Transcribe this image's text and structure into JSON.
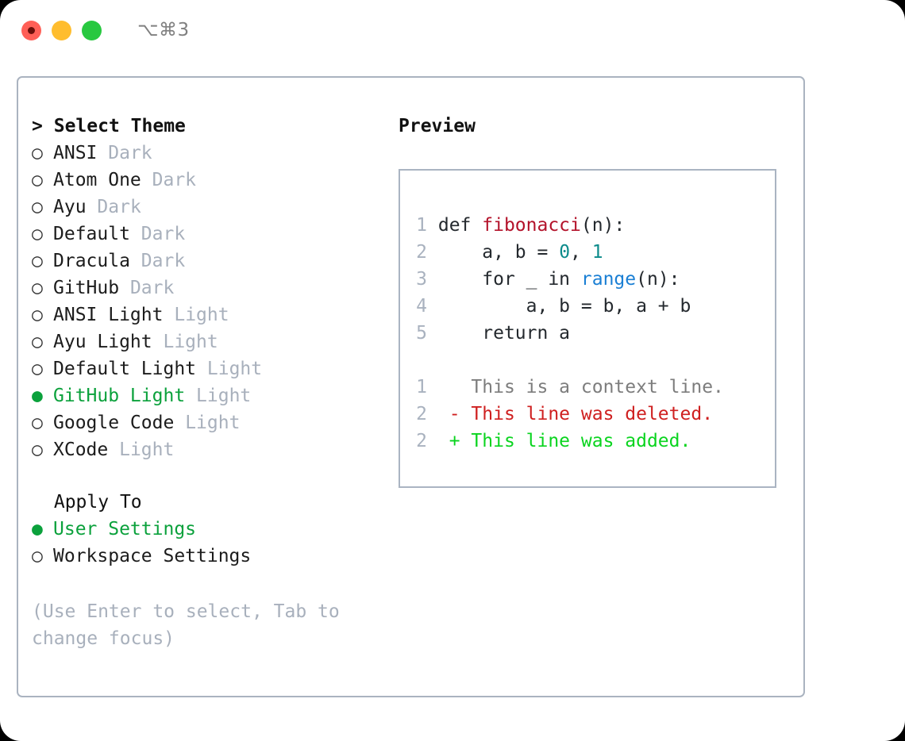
{
  "titlebar": {
    "shortcut": "⌥⌘3",
    "buttons": [
      {
        "name": "close",
        "color": "#ff5f57"
      },
      {
        "name": "minimize",
        "color": "#ffbd2e"
      },
      {
        "name": "maximize",
        "color": "#28c840"
      }
    ]
  },
  "theme_picker": {
    "heading": "Select Theme",
    "heading_marker": ">",
    "items": [
      {
        "marker": "○",
        "label": "ANSI",
        "variant": "Dark",
        "selected": false
      },
      {
        "marker": "○",
        "label": "Atom One",
        "variant": "Dark",
        "selected": false
      },
      {
        "marker": "○",
        "label": "Ayu",
        "variant": "Dark",
        "selected": false
      },
      {
        "marker": "○",
        "label": "Default",
        "variant": "Dark",
        "selected": false
      },
      {
        "marker": "○",
        "label": "Dracula",
        "variant": "Dark",
        "selected": false
      },
      {
        "marker": "○",
        "label": "GitHub",
        "variant": "Dark",
        "selected": false
      },
      {
        "marker": "○",
        "label": "ANSI Light",
        "variant": "Light",
        "selected": false
      },
      {
        "marker": "○",
        "label": "Ayu Light",
        "variant": "Light",
        "selected": false
      },
      {
        "marker": "○",
        "label": "Default Light",
        "variant": "Light",
        "selected": false
      },
      {
        "marker": "●",
        "label": "GitHub Light",
        "variant": "Light",
        "selected": true
      },
      {
        "marker": "○",
        "label": "Google Code",
        "variant": "Light",
        "selected": false
      },
      {
        "marker": "○",
        "label": "XCode",
        "variant": "Light",
        "selected": false
      }
    ]
  },
  "apply_to": {
    "heading": "Apply To",
    "items": [
      {
        "marker": "●",
        "label": "User Settings",
        "selected": true
      },
      {
        "marker": "○",
        "label": "Workspace Settings",
        "selected": false
      }
    ]
  },
  "hint": "(Use Enter to select, Tab to change focus)",
  "preview": {
    "title": "Preview",
    "code_lines": [
      {
        "no": "1",
        "parts": [
          {
            "t": "def ",
            "c": "plain"
          },
          {
            "t": "fibonacci",
            "c": "fn"
          },
          {
            "t": "(n):",
            "c": "plain"
          }
        ]
      },
      {
        "no": "2",
        "parts": [
          {
            "t": "    a, b = ",
            "c": "plain"
          },
          {
            "t": "0",
            "c": "num"
          },
          {
            "t": ", ",
            "c": "plain"
          },
          {
            "t": "1",
            "c": "num"
          }
        ]
      },
      {
        "no": "3",
        "parts": [
          {
            "t": "    for _ in ",
            "c": "plain"
          },
          {
            "t": "range",
            "c": "call"
          },
          {
            "t": "(n):",
            "c": "plain"
          }
        ]
      },
      {
        "no": "4",
        "parts": [
          {
            "t": "        a, b = b, a + b",
            "c": "plain"
          }
        ]
      },
      {
        "no": "5",
        "parts": [
          {
            "t": "    return a",
            "c": "plain"
          }
        ]
      }
    ],
    "diff_lines": [
      {
        "no": "1",
        "marker": " ",
        "text": " This is a context line.",
        "kind": "ctx"
      },
      {
        "no": "2",
        "marker": "-",
        "text": " This line was deleted.",
        "kind": "del"
      },
      {
        "no": "2",
        "marker": "+",
        "text": " This line was added.",
        "kind": "add"
      }
    ]
  },
  "colors": {
    "accent_green": "#0ba13c",
    "muted": "#a8b0bc",
    "border": "#aab3c0",
    "fn_red": "#b3122a",
    "num_teal": "#0c8b8b",
    "call_blue": "#1a7fd4",
    "diff_del": "#cf2020",
    "diff_add": "#0ad41f"
  }
}
